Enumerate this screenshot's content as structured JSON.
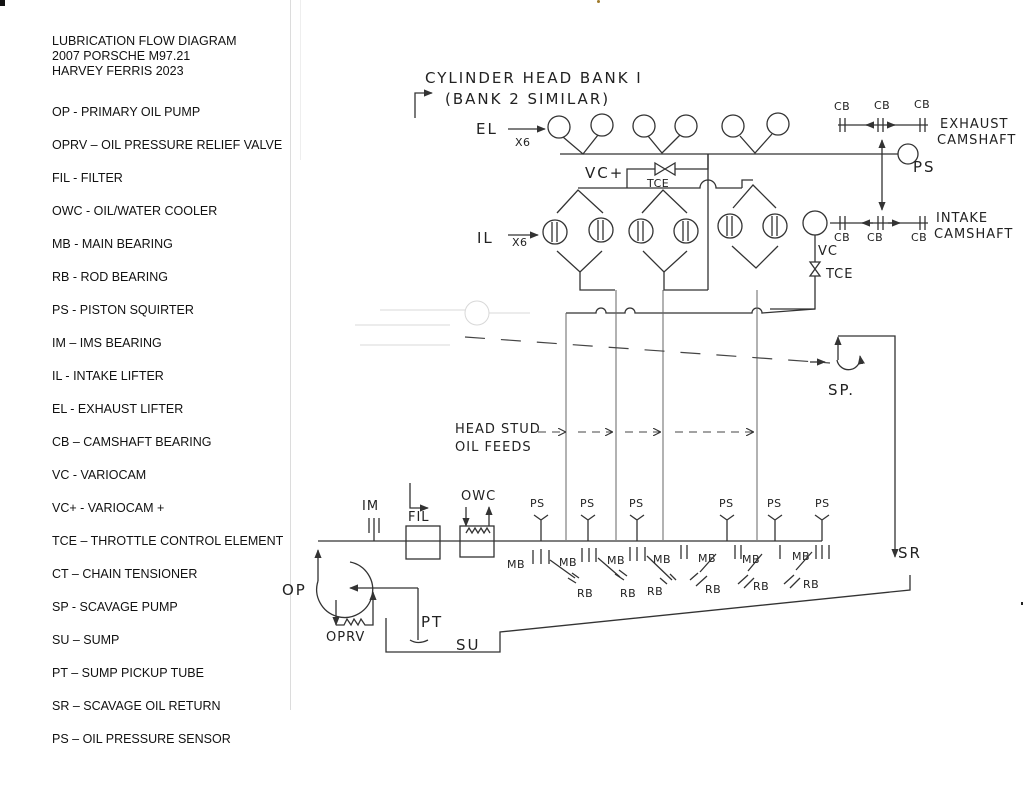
{
  "legend": {
    "title_lines": [
      "LUBRICATION FLOW DIAGRAM",
      "2007 PORSCHE M97.21",
      "HARVEY FERRIS 2023"
    ],
    "items": [
      {
        "abbr": "OP",
        "text": "OP - PRIMARY OIL PUMP"
      },
      {
        "abbr": "OPRV",
        "text": "OPRV – OIL PRESSURE RELIEF VALVE"
      },
      {
        "abbr": "FIL",
        "text": "FIL - FILTER"
      },
      {
        "abbr": "OWC",
        "text": "OWC - OIL/WATER COOLER"
      },
      {
        "abbr": "MB",
        "text": "MB - MAIN BEARING"
      },
      {
        "abbr": "RB",
        "text": "RB - ROD BEARING"
      },
      {
        "abbr": "PS",
        "text": "PS - PISTON SQUIRTER"
      },
      {
        "abbr": "IM",
        "text": "IM – IMS BEARING"
      },
      {
        "abbr": "IL",
        "text": "IL - INTAKE LIFTER"
      },
      {
        "abbr": "EL",
        "text": "EL - EXHAUST LIFTER"
      },
      {
        "abbr": "CB",
        "text": "CB – CAMSHAFT BEARING"
      },
      {
        "abbr": "VC",
        "text": "VC - VARIOCAM"
      },
      {
        "abbr": "VC+",
        "text": "VC+ - VARIOCAM +"
      },
      {
        "abbr": "TCE",
        "text": "TCE – THROTTLE CONTROL ELEMENT"
      },
      {
        "abbr": "CT",
        "text": "CT – CHAIN TENSIONER"
      },
      {
        "abbr": "SP",
        "text": "SP - SCAVAGE PUMP"
      },
      {
        "abbr": "SU",
        "text": "SU – SUMP"
      },
      {
        "abbr": "PT",
        "text": "PT – SUMP PICKUP TUBE"
      },
      {
        "abbr": "SR",
        "text": "SR – SCAVAGE OIL RETURN"
      },
      {
        "abbr": "PS",
        "text": "PS – OIL PRESSURE SENSOR"
      }
    ]
  },
  "diagram": {
    "head_title": "CYLINDER HEAD BANK I",
    "head_subtitle": "(BANK 2 SIMILAR)",
    "el_label": "EL",
    "el_count": "X6",
    "il_label": "IL",
    "il_count": "X6",
    "vc_plus_label": "VC+",
    "tce_label": "TCE",
    "tce_label_2": "TCE",
    "vc_label": "VC",
    "ps_sensor_label": "PS",
    "exhaust_cam_label_1": "EXHAUST",
    "exhaust_cam_label_2": "CAMSHAFT",
    "intake_cam_label_1": "INTAKE",
    "intake_cam_label_2": "CAMSHAFT",
    "cb_label": "CB",
    "sp_label": "SP.",
    "head_stud_label_1": "HEAD STUD",
    "head_stud_label_2": "OIL FEEDS",
    "im_label": "IM",
    "fil_label": "FIL",
    "owc_label": "OWC",
    "op_label": "OP",
    "oprv_label": "OPRV",
    "pt_label": "PT",
    "su_label": "SU",
    "sr_label": "SR",
    "ps_label": "PS",
    "mb_label": "MB",
    "rb_label": "RB"
  }
}
